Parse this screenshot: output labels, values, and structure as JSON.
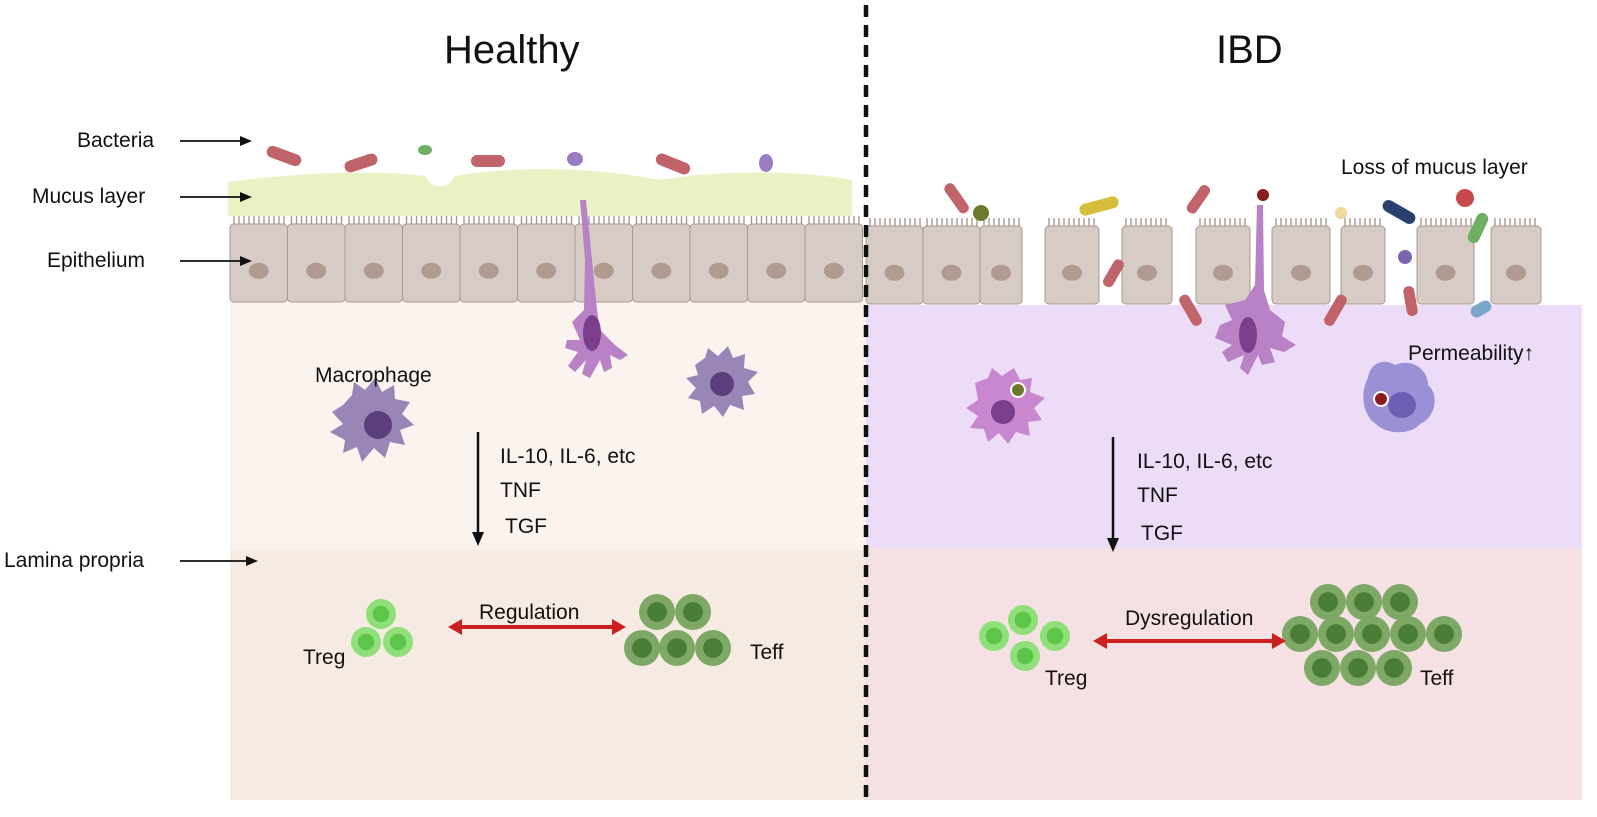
{
  "panels": {
    "healthy": {
      "title": "Healthy",
      "cytokines": [
        "IL-10, IL-6, etc",
        "TNF",
        "TGF"
      ],
      "macrophage_label": "Macrophage",
      "treg_label": "Treg",
      "teff_label": "Teff",
      "interaction_label": "Regulation"
    },
    "ibd": {
      "title": "IBD",
      "cytokines": [
        "IL-10, IL-6, etc",
        "TNF",
        "TGF"
      ],
      "mucus_loss_label": "Loss of mucus layer",
      "permeability_label": "Permeability↑",
      "treg_label": "Treg",
      "teff_label": "Teff",
      "interaction_label": "Dysregulation"
    }
  },
  "layers": {
    "bacteria": "Bacteria",
    "mucus": "Mucus layer",
    "epithelium": "Epithelium",
    "lamina_propria": "Lamina propria"
  },
  "colors": {
    "mucus": "#e9f2c4",
    "epithelium": "#d7cbc5",
    "nucleus": "#b19a8f",
    "healthy_submucosa": "#fbf3ee",
    "healthy_lamina": "#f6ebe2",
    "ibd_submucosa": "#ecdcf8",
    "ibd_lamina": "#f5e0e3",
    "treg": "#7fd66c",
    "teff": "#6f9b56",
    "arrow_red": "#cc1f1f",
    "macrophage": "#8f79ac"
  }
}
